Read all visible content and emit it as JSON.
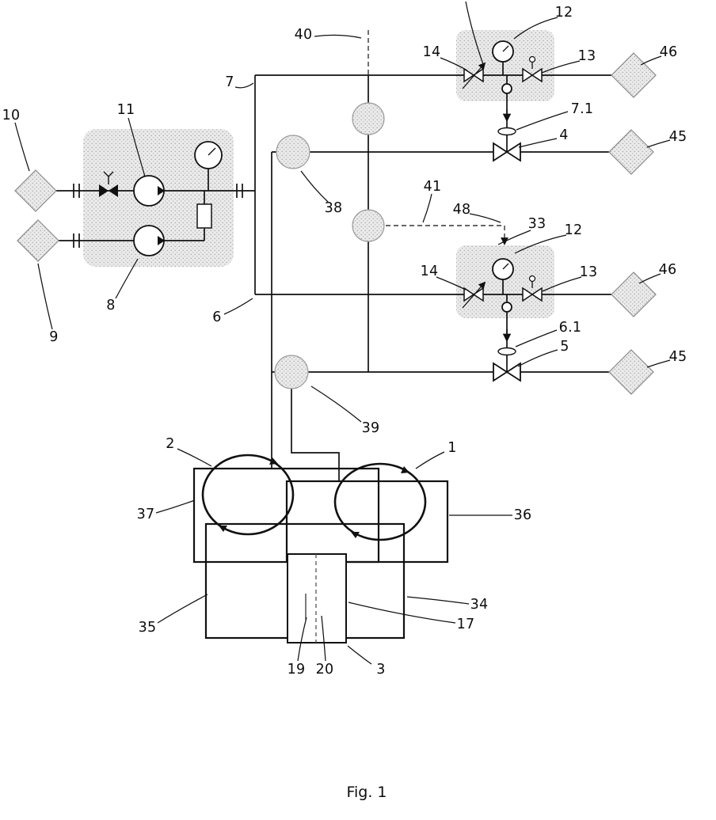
{
  "caption": "Fig. 1",
  "labels": {
    "n40": "40",
    "n12_top": "12",
    "n14_top": "14",
    "n13_top": "13",
    "n46_top": "46",
    "n7": "7",
    "n7_1": "7.1",
    "n10": "10",
    "n11": "11",
    "n4": "4",
    "n45_top": "45",
    "n38": "38",
    "n41": "41",
    "n48": "48",
    "n33": "33",
    "n12_mid": "12",
    "n14_mid": "14",
    "n13_mid": "13",
    "n46_mid": "46",
    "n8": "8",
    "n6": "6",
    "n9": "9",
    "n6_1": "6.1",
    "n5": "5",
    "n45_mid": "45",
    "n39": "39",
    "n2": "2",
    "n1": "1",
    "n37": "37",
    "n36": "36",
    "n35": "35",
    "n34": "34",
    "n17": "17",
    "n19": "19",
    "n20": "20",
    "n3": "3"
  }
}
